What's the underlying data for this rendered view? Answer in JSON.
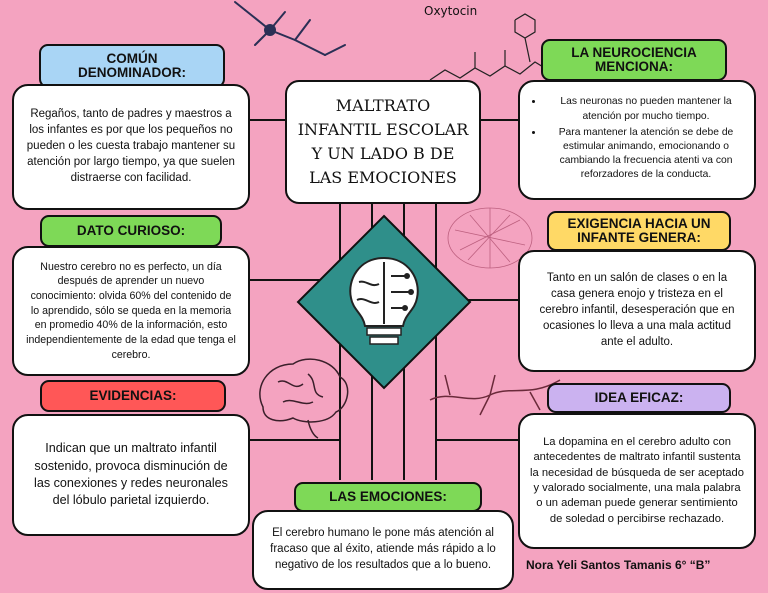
{
  "title": "MALTRATO INFANTIL ESCOLAR Y UN LADO B DE LAS EMOCIONES",
  "oxytocin_label": "Oxytocin",
  "author": "Nora Yeli Santos Tamanis 6° “B”",
  "sections": {
    "comun": {
      "heading": "COMÚN DENOMINADOR:",
      "text": "Regaños, tanto de padres y maestros a los infantes es por que los pequeños no pueden o les cuesta trabajo mantener su atención por largo tiempo,  ya que suelen  distraerse con facilidad.",
      "color": "#a9d5f5"
    },
    "dato": {
      "heading": "DATO CURIOSO:",
      "text": "Nuestro cerebro no es perfecto, un día después de aprender un nuevo conocimiento: olvida 60% del contenido de lo aprendido, sólo se queda en la memoria en promedio 40% de la información, esto independientemente de la edad que tenga el cerebro.",
      "color": "#7ed957"
    },
    "evidencias": {
      "heading": "EVIDENCIAS:",
      "text": "Indican que un maltrato infantil sostenido, provoca disminución de las conexiones y redes neuronales del lóbulo parietal izquierdo.",
      "color": "#ff5757"
    },
    "emociones": {
      "heading": "LAS EMOCIONES:",
      "text": "El cerebro humano le pone más atención al fracaso que al éxito, atiende más rápido a lo negativo de los resultados que a lo bueno.",
      "color": "#7ed957"
    },
    "neurociencia": {
      "heading": "LA NEUROCIENCIA MENCIONA:",
      "items": [
        "Las neuronas no pueden mantener la atención por mucho tiempo.",
        "Para mantener la atención se debe de estimular animando, emocionando o cambiando  la frecuencia atenti va con reforzadores de la conducta."
      ],
      "color": "#7ed957"
    },
    "exigencia": {
      "heading": "EXIGENCIA HACIA UN INFANTE GENERA:",
      "text": "Tanto en un salón de clases o en la casa genera enojo y tristeza en el cerebro infantil, desesperación que en ocasiones lo lleva a una mala actitud ante el adulto.",
      "color": "#ffd966"
    },
    "idea": {
      "heading": "IDEA EFICAZ:",
      "text": "La dopamina en el cerebro adulto con antecedentes de maltrato infantil sustenta la necesidad de búsqueda de ser aceptado y valorado socialmente, una mala palabra o un ademan puede generar sentimiento de soledad o percibirse rechazado.",
      "color": "#cbb2f0"
    }
  },
  "colors": {
    "background": "#f4a3c0",
    "diamond": "#2f8f8a"
  },
  "icons": [
    "brain-lightbulb-icon",
    "neuron-icon",
    "brain-outline-icon",
    "brain-network-icon",
    "molecule-icon"
  ]
}
